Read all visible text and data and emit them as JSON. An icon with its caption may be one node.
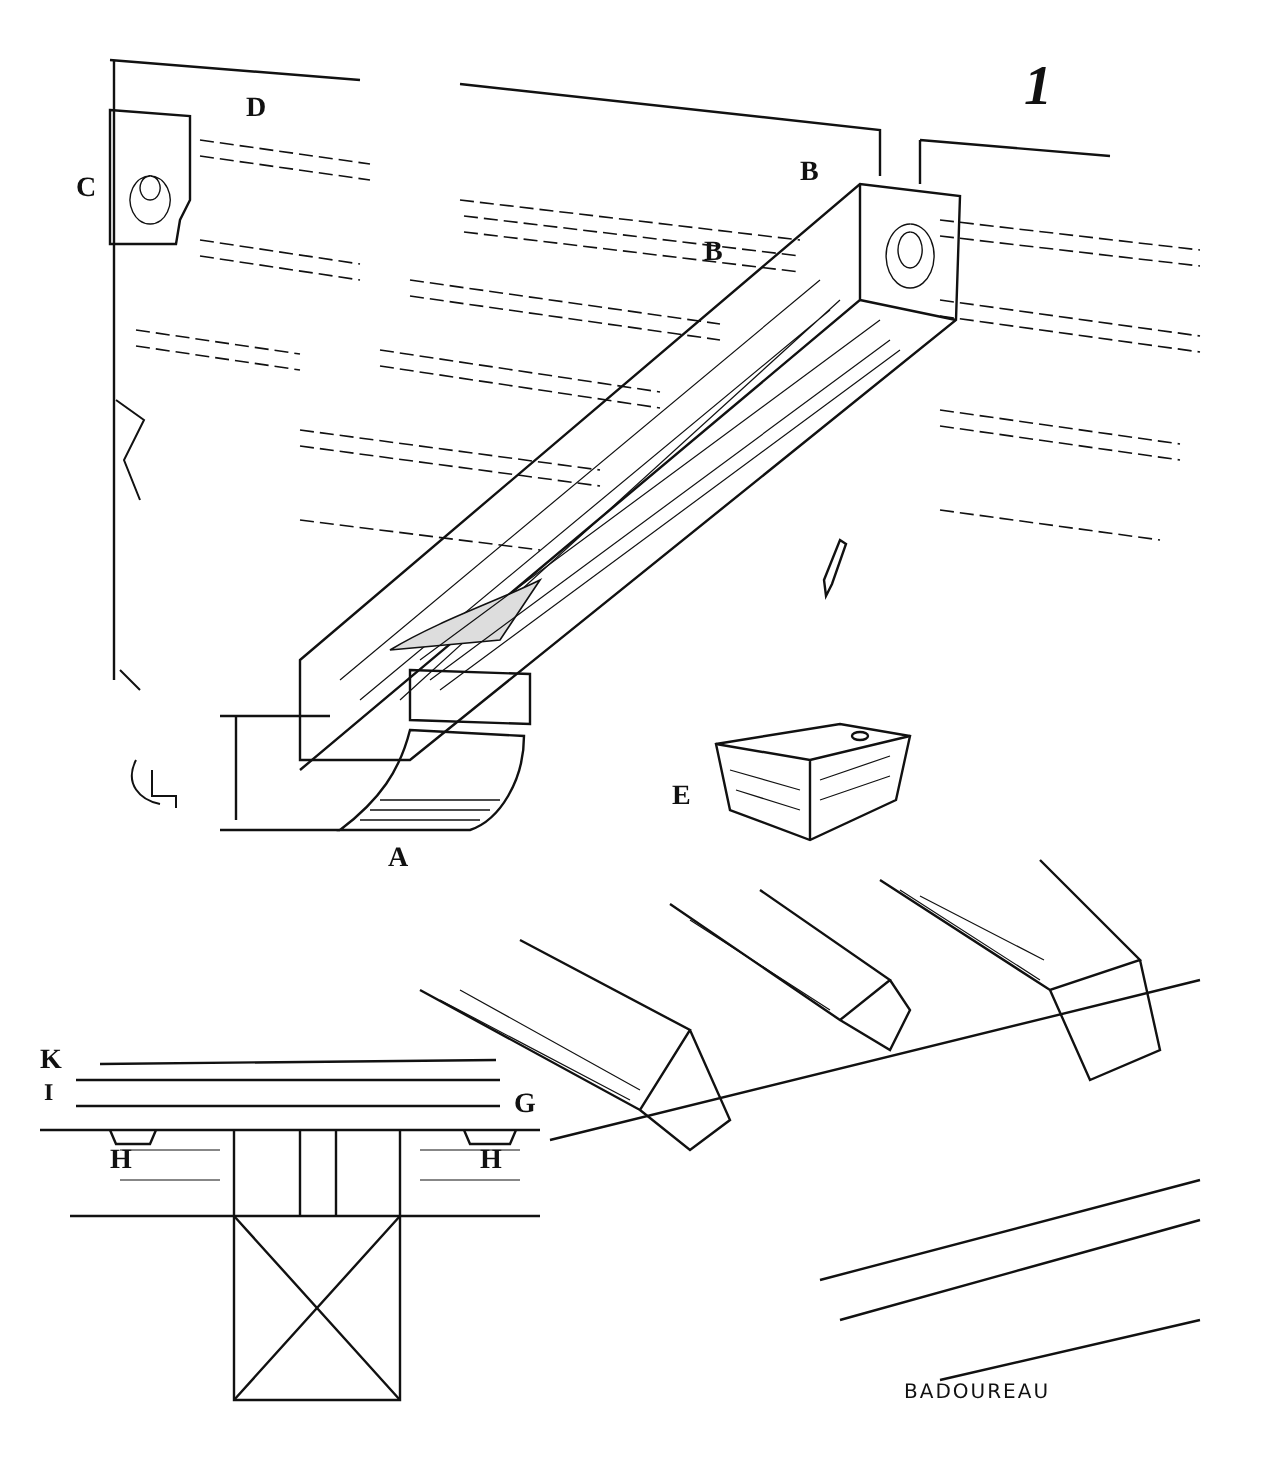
{
  "diagram": {
    "labels": [
      "1",
      "D",
      "C",
      "B",
      "B",
      "E",
      "A",
      "K",
      "I",
      "G",
      "H",
      "H",
      "BADOUREAU"
    ]
  }
}
